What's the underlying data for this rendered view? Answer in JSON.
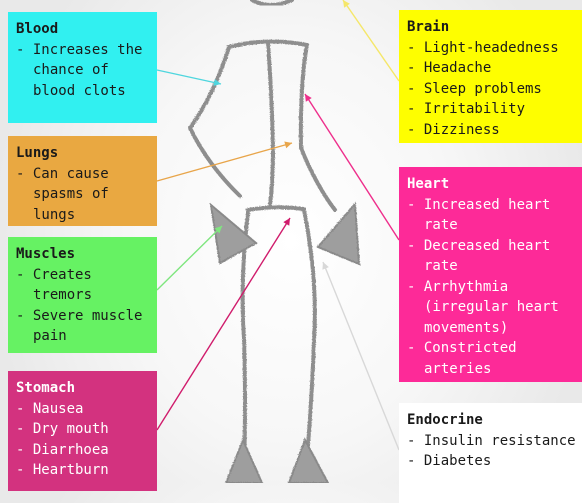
{
  "boxes": {
    "blood": {
      "title": "Blood",
      "color": "#31f0f0",
      "items": [
        "Increases the chance of blood clots"
      ]
    },
    "lungs": {
      "title": "Lungs",
      "color": "#e9a841",
      "items": [
        "Can cause spasms of lungs"
      ]
    },
    "muscles": {
      "title": "Muscles",
      "color": "#66f263",
      "items": [
        "Creates tremors",
        "Severe muscle pain"
      ]
    },
    "stomach": {
      "title": "Stomach",
      "color": "#d3327f",
      "items": [
        "Nausea",
        "Dry mouth",
        "Diarrhoea",
        "Heartburn"
      ]
    },
    "brain": {
      "title": "Brain",
      "color": "#fefe00",
      "items": [
        "Light-headedness",
        "Headache",
        "Sleep problems",
        "Irritability",
        "Dizziness"
      ]
    },
    "heart": {
      "title": "Heart",
      "color": "#fd2a98",
      "items": [
        "Increased heart rate",
        "Decreased heart rate",
        "Arrhythmia (irregular heart movements)",
        "Constricted arteries"
      ]
    },
    "endocrine": {
      "title": "Endocrine",
      "color": "#ffffff",
      "items": [
        "Insulin resistance",
        "Diabetes"
      ]
    }
  },
  "arrow_colors": {
    "blood": "#4fd6de",
    "lungs": "#e8a54a",
    "muscles": "#7fe67f",
    "stomach": "#d01c6c",
    "brain": "#f5e76a",
    "heart": "#ee2f8c",
    "endocrine": "#d8d8d8"
  }
}
